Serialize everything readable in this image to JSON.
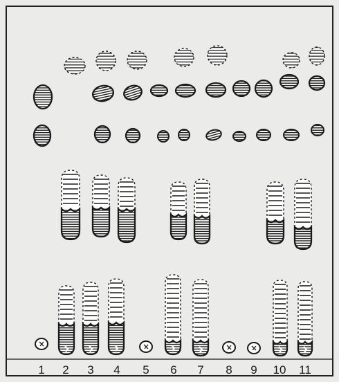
{
  "figure": {
    "lane_labels": [
      "1",
      "2",
      "3",
      "4",
      "5",
      "6",
      "7",
      "8",
      "9",
      "10",
      "11"
    ]
  },
  "colors": {
    "background": "#ebebea",
    "ink": "#1a1a1a",
    "frame": "#222222"
  }
}
